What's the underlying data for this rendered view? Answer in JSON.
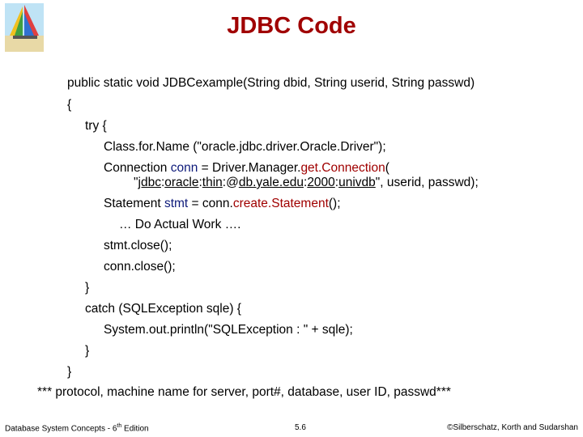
{
  "slide": {
    "title": "JDBC Code"
  },
  "code": {
    "l1": "public static void JDBCexample(String dbid, String userid, String passwd)",
    "l2": "{",
    "l3": "try {",
    "l4": "Class.for.Name (\"oracle.jdbc.driver.Oracle.Driver\");",
    "l5_prefix": "Connection ",
    "l5_var": "conn",
    "l5_mid": " = Driver.Manager.",
    "l5_fn": "get.Connection",
    "l5_end": "(",
    "l6_q1": "\"",
    "l6_a": "jdbc",
    "l6_c1": ":",
    "l6_b": "oracle",
    "l6_c2": ":",
    "l6_c": "thin",
    "l6_at": ":@",
    "l6_d": "db.yale.edu",
    "l6_c3": ":",
    "l6_e": "2000",
    "l6_c4": ":",
    "l6_f": "univdb",
    "l6_rest": "\", userid, passwd);",
    "l7_prefix": "Statement ",
    "l7_var": "stmt",
    "l7_mid": " = conn.",
    "l7_fn": "create.Statement",
    "l7_end": "();",
    "l8": "… Do Actual Work ….",
    "l9": "stmt.close();",
    "l10": "conn.close();",
    "l11": "}",
    "l12": "catch (SQLException sqle) {",
    "l13": "System.out.println(\"SQLException : \" + sqle);",
    "l14": "}",
    "l15": "}"
  },
  "note": "*** protocol, machine name for server, port#, database, user ID, passwd***",
  "footer": {
    "left_text": "Database System Concepts - 6",
    "left_sup": "th",
    "left_end": " Edition",
    "center": "5.6",
    "right": "©Silberschatz, Korth and Sudarshan"
  },
  "colors": {
    "title": "#a00000",
    "keyword": "#0d1a7a"
  }
}
